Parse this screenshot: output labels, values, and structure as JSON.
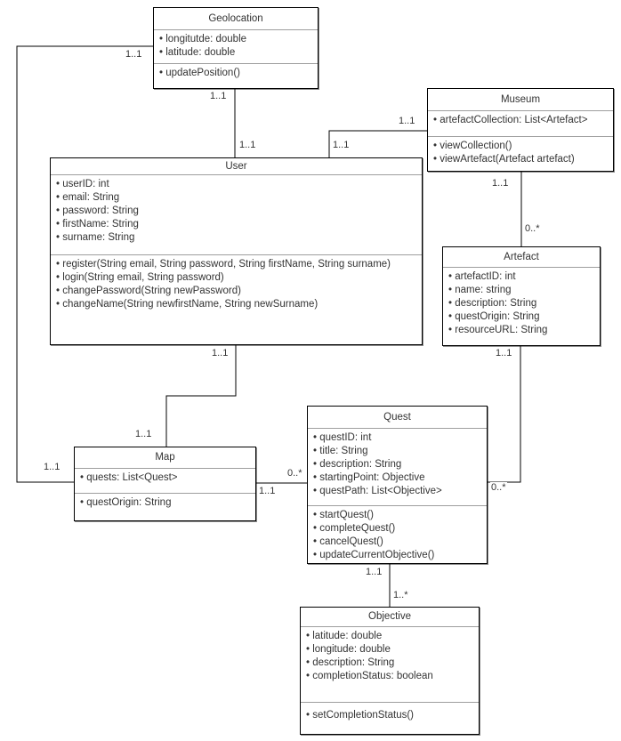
{
  "diagram": {
    "title": "UML class diagram",
    "colors": {
      "box_border": "#000000",
      "separator": "#9e9e9e",
      "text": "#333333",
      "background": "#ffffff",
      "wire": "#000000"
    },
    "classes": {
      "geolocation": {
        "name": "Geolocation",
        "attributes": [
          "longitutde: double",
          "latitude: double"
        ],
        "methods": [
          "updatePosition()"
        ]
      },
      "museum": {
        "name": "Museum",
        "attributes": [
          "artefactCollection: List<Artefact>"
        ],
        "methods": [
          "viewCollection()",
          "viewArtefact(Artefact artefact)"
        ]
      },
      "user": {
        "name": "User",
        "attributes": [
          "userID: int",
          "email: String",
          "password: String",
          "firstName: String",
          "surname: String"
        ],
        "methods": [
          "register(String email, String password, String firstName, String surname)",
          "login(String email, String password)",
          "changePassword(String newPassword)",
          "changeName(String newfirstName, String newSurname)"
        ]
      },
      "artefact": {
        "name": "Artefact",
        "attributes": [
          "artefactID: int",
          "name: string",
          "description: String",
          "questOrigin: String",
          "resourceURL: String"
        ],
        "methods": []
      },
      "map": {
        "name": "Map",
        "attributes": [
          "quests: List<Quest>"
        ],
        "methods": [
          "questOrigin: String"
        ]
      },
      "quest": {
        "name": "Quest",
        "attributes": [
          "questID: int",
          "title: String",
          "description: String",
          "startingPoint: Objective",
          "questPath: List<Objective>"
        ],
        "methods": [
          "startQuest()",
          "completeQuest()",
          "cancelQuest()",
          "updateCurrentObjective()"
        ]
      },
      "objective": {
        "name": "Objective",
        "attributes": [
          "latitude: double",
          "longitude: double",
          "description: String",
          "completionStatus: boolean"
        ],
        "methods": [
          "setCompletionStatus()"
        ]
      }
    },
    "multiplicities": {
      "geo_map_src": "1..1",
      "geo_map_dst": "1..1",
      "geo_user_src": "1..1",
      "geo_user_dst": "1..1",
      "museum_user_src": "1..1",
      "museum_user_dst": "1..1",
      "museum_artefact_src": "1..1",
      "museum_artefact_dst": "0..*",
      "artefact_quest_src": "1..1",
      "artefact_quest_dst": "0..*",
      "user_map_src": "1..1",
      "user_map_dst": "1..1",
      "map_quest_src": "1..1",
      "map_quest_dst": "0..*",
      "quest_objective_src": "1..1",
      "quest_objective_dst": "1..*"
    }
  }
}
